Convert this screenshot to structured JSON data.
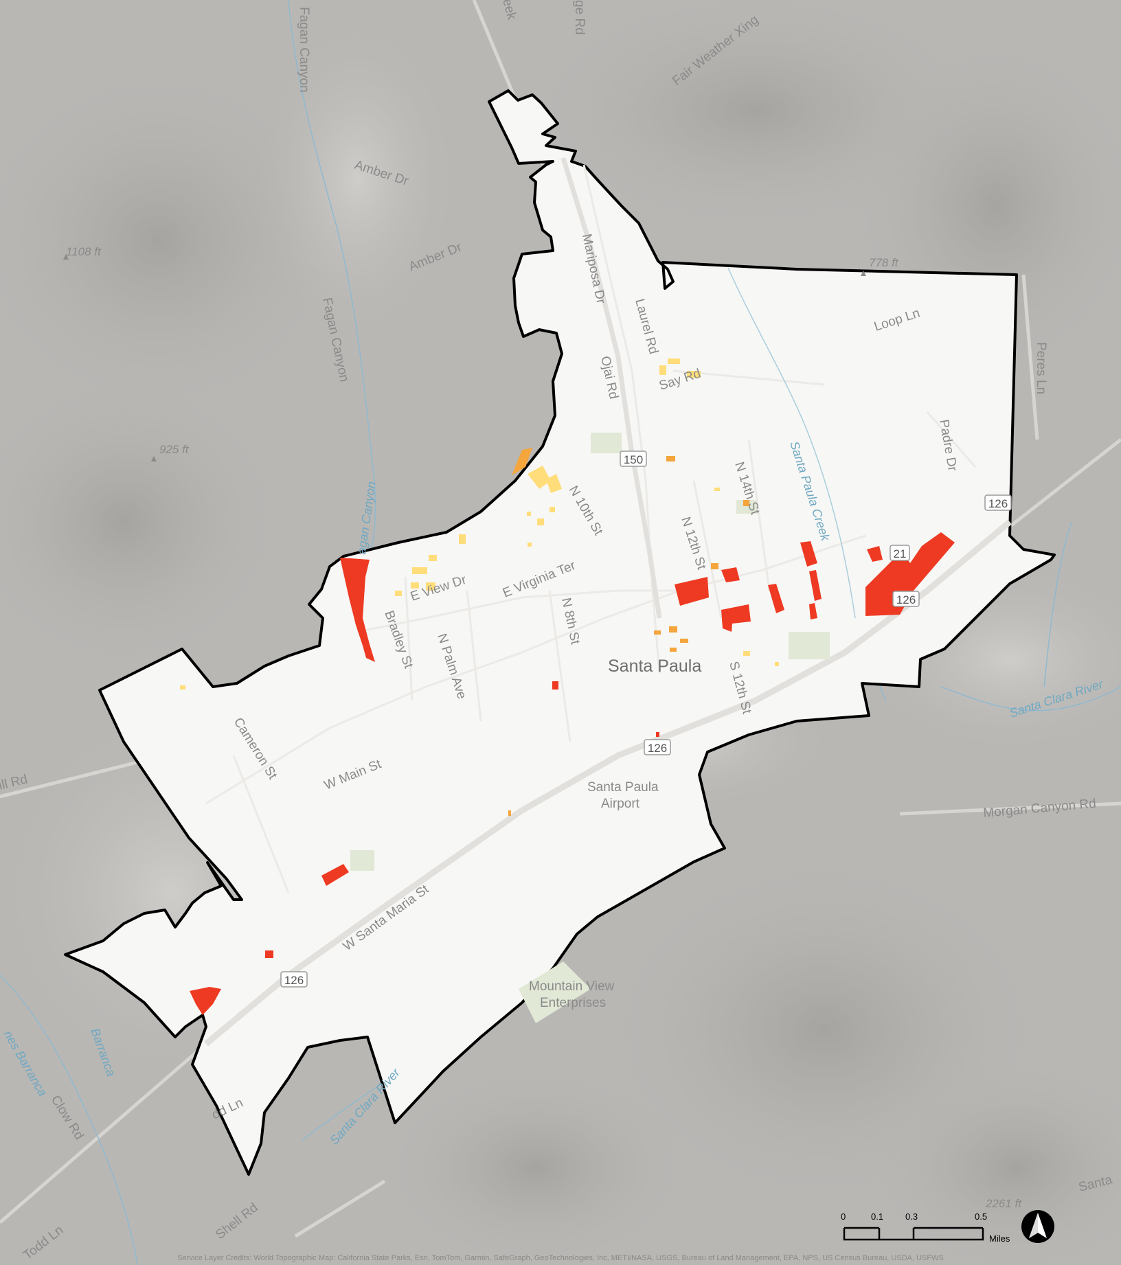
{
  "place": "Santa Paula",
  "poi": {
    "airport_line1": "Santa Paula",
    "airport_line2": "Airport",
    "enterprise_line1": "Mountain View",
    "enterprise_line2": "Enterprises"
  },
  "roads": {
    "fagan_canyon_top": "Fagan Canyon",
    "fagan_canyon": "Fagan Canyon",
    "amber_dr_1": "Amber Dr",
    "amber_dr_2": "Amber Dr",
    "fair_weather": "Fair Weather Xing",
    "mariposa": "Mariposa Dr",
    "laurel": "Laurel Rd",
    "ojai": "Ojai Rd",
    "say_rd": "Say Rd",
    "loop_ln": "Loop Ln",
    "peres_ln": "Peres Ln",
    "padre_dr": "Padre Dr",
    "n14th": "N 14th St",
    "n12th": "N 12th St",
    "n10th": "N 10th St",
    "e_virginia": "E Virginia Ter",
    "view_dr": "E View Dr",
    "n8th": "N 8th St",
    "bradley": "Bradley St",
    "n_palm": "N Palm Ave",
    "s12th": "S 12th St",
    "cameron": "Cameron St",
    "w_main": "W Main St",
    "hill_rd": "ill Rd",
    "morgan_canyon": "Morgan Canyon Rd",
    "w_santa_maria": "W Santa Maria St",
    "clow_rd": "Clow Rd",
    "shell_rd": "Shell Rd",
    "todd_ln": "Todd Ln",
    "todd_ln_2": "dd Ln",
    "santa_label": "Santa",
    "ridge_rd": "ge Rd",
    "creek_top": "eek"
  },
  "water": {
    "santa_paula_creek": "Santa Paula Creek",
    "santa_clara_river_1": "Santa Clara River",
    "santa_clara_river_2": "Santa Clara River",
    "fagan_canyon_creek": "agan Canyon",
    "barranca_1": "Barranca",
    "barranca_2": "nes Barranca"
  },
  "elevations": {
    "e1108": "1108 ft",
    "e925": "925 ft",
    "e778": "778 ft",
    "e2261": "2261 ft"
  },
  "shields": {
    "r150": "150",
    "r126_a": "126",
    "r126_b": "126",
    "r126_c": "126",
    "r126_d": "126",
    "r21": "21"
  },
  "scale_bar": {
    "ticks": [
      "0",
      "0.1",
      "0.3",
      "0.5"
    ],
    "unit": "Miles"
  },
  "credits": "Service Layer Credits: World Topographic Map: California State Parks, Esri, TomTom, Garmin, SafeGraph, GeoTechnologies, Inc, METI/NASA, USGS, Bureau of Land Management, EPA, NPS, US Census Bureau, USDA, USFWS",
  "colors": {
    "boundary": "#000000",
    "city_fill": "#f7f7f5",
    "highlight_red": "#ee3a22",
    "highlight_orange": "#f4a53c",
    "highlight_yellow": "#ffdd7a",
    "terrain": "#b9b7b4",
    "water": "#6fa8c2"
  }
}
